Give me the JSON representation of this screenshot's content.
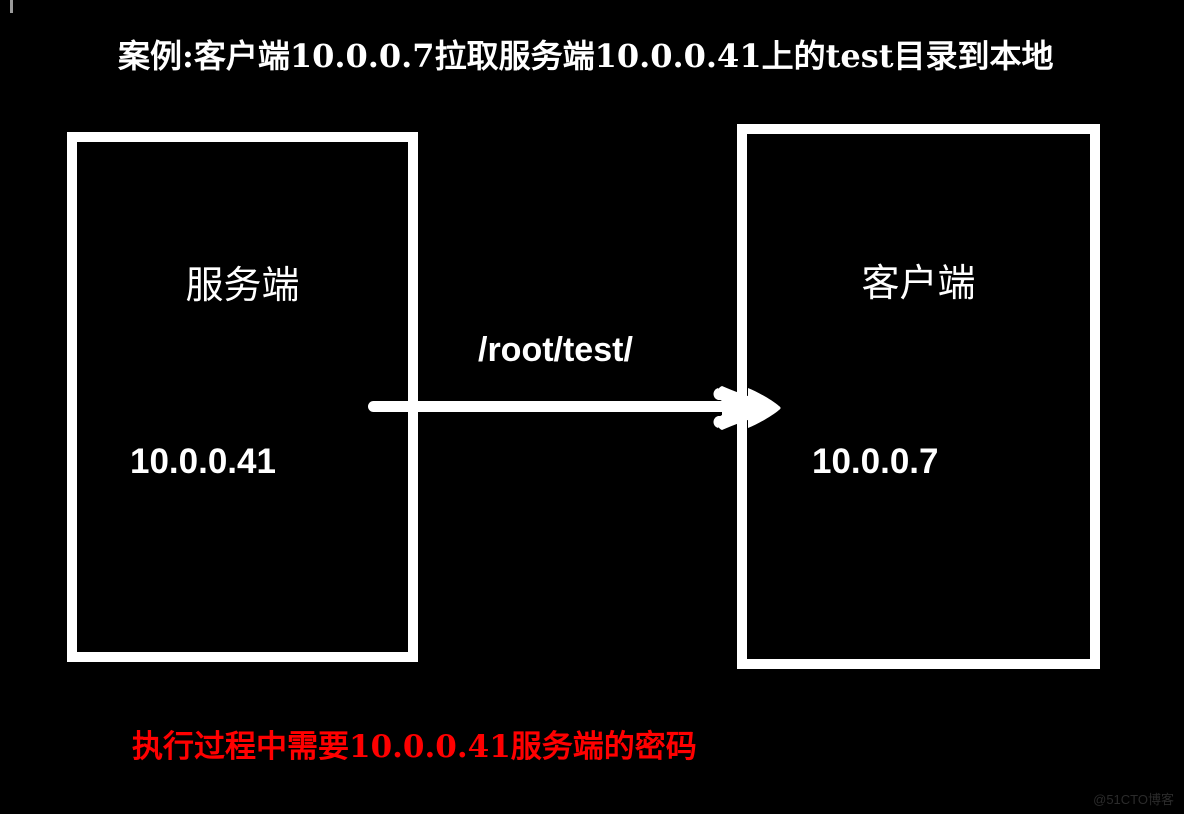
{
  "slide": {
    "background_color": "#000000",
    "title": "案例:客户端10.0.0.7拉取服务端10.0.0.41上的test目录到本地",
    "footer_note": "执行过程中需要10.0.0.41服务端的密码",
    "footer_note_color": "#ff0000",
    "watermark": "@51CTO博客"
  },
  "server_node": {
    "label": "服务端",
    "ip": "10.0.0.41",
    "border_color": "#ffffff"
  },
  "client_node": {
    "label": "客户端",
    "ip": "10.0.0.7",
    "border_color": "#ffffff"
  },
  "transfer": {
    "path_label": "/root/test/",
    "direction": "server-to-client",
    "arrow_color": "#ffffff"
  }
}
